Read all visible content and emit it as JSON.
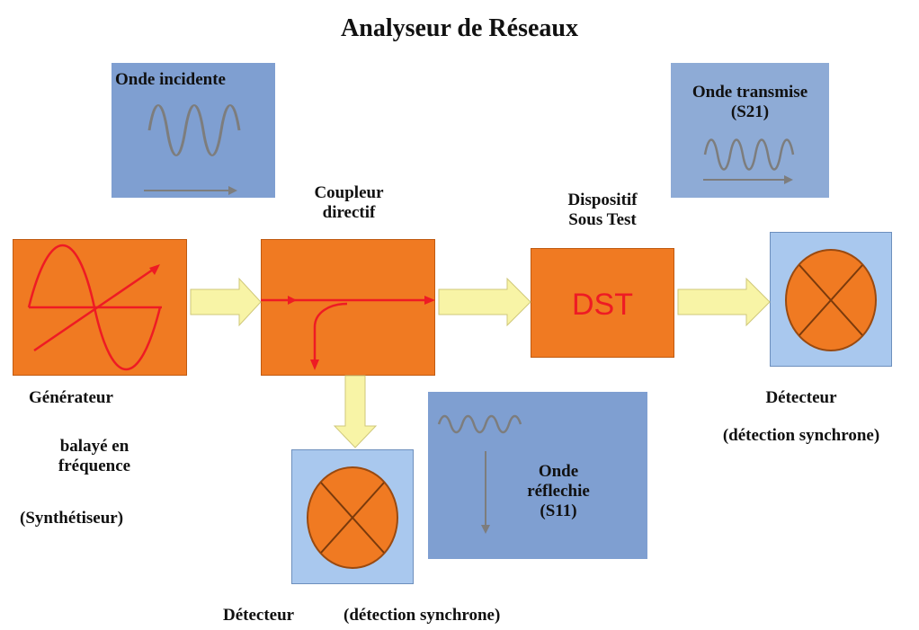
{
  "title": "Analyseur de Réseaux",
  "onde_incidente": {
    "label": "Onde incidente"
  },
  "onde_transmise": {
    "line1": "Onde transmise",
    "line2": "(S21)"
  },
  "onde_reflechie": {
    "line1": "Onde",
    "line2": "réflechie",
    "line3": "(S11)"
  },
  "coupleur": {
    "line1": "Coupleur",
    "line2": "directif"
  },
  "dispositif": {
    "line1": "Dispositif",
    "line2": "Sous Test",
    "box_text": "DST"
  },
  "generateur": {
    "line1": "Générateur",
    "line2": "balayé en",
    "line3": "fréquence",
    "line4": "(Synthétiseur)"
  },
  "detecteur_right": {
    "line1": "Détecteur",
    "line2": "(détection synchrone)"
  },
  "detecteur_bottom": {
    "line1": "Détecteur",
    "line2": "(détection synchrone)"
  },
  "colors": {
    "orange": "#f07a22",
    "blue_panel": "#7f9fd1",
    "detector_fill": "#a9c8ee",
    "arrow_fill": "#f8f4a6",
    "signal_red": "#ee1b24"
  }
}
